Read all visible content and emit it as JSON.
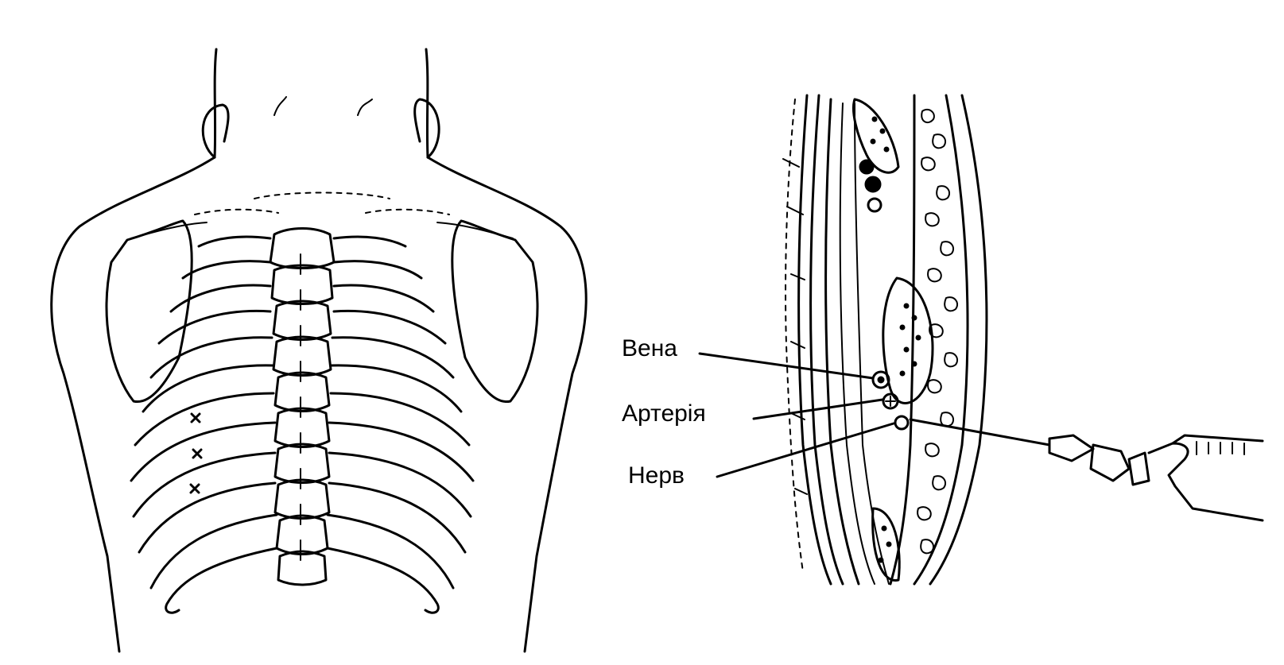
{
  "labels": {
    "vein": "Вена",
    "artery": "Артерія",
    "nerve": "Нерв"
  },
  "colors": {
    "ink": "#000000",
    "background": "#ffffff"
  },
  "markers": {
    "injection_points_symbol": "x"
  }
}
